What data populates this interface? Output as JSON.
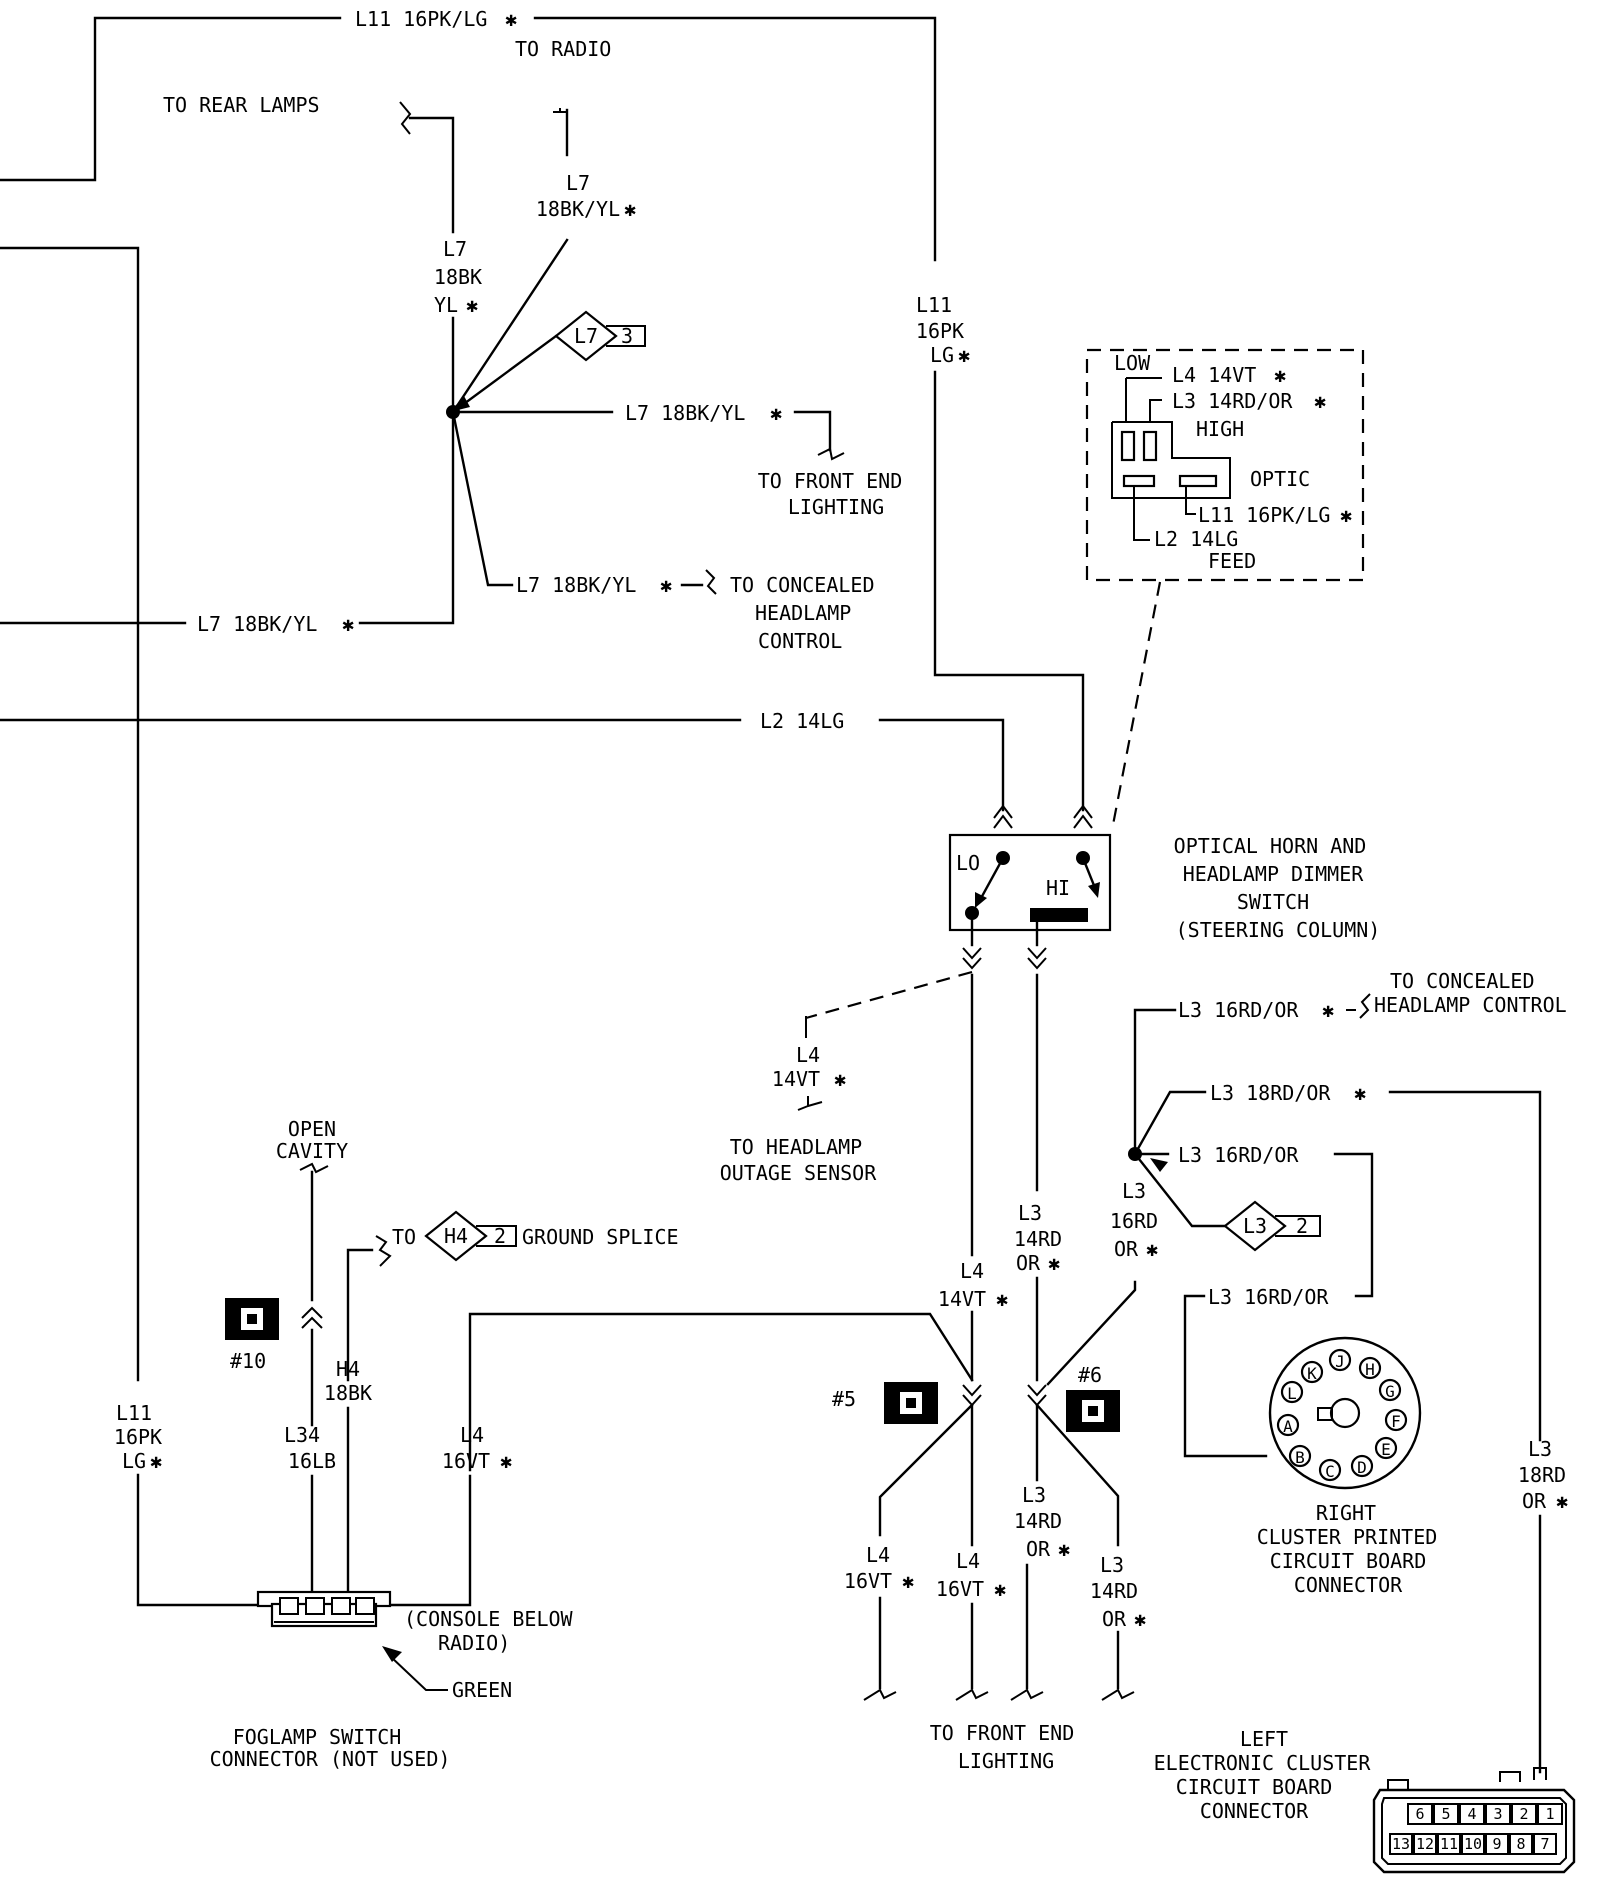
{
  "labels": {
    "l11_top": "L11 16PK/LG",
    "to_radio": "TO RADIO",
    "to_rear_lamps": "TO REAR LAMPS",
    "l7_upper_1": "L7",
    "l7_upper_2": "18BK/YL",
    "l7_left_1": "L7",
    "l7_left_2": "18BK",
    "l7_left_3": "YL",
    "splice_l7": "L7",
    "splice_l7_num": "3",
    "l7_front": "L7 18BK/YL",
    "to_front_end_1": "TO FRONT END",
    "to_front_end_2": "LIGHTING",
    "l7_concealed": "L7 18BK/YL",
    "to_concealed_1": "TO CONCEALED",
    "to_concealed_2": "HEADLAMP",
    "to_concealed_3": "CONTROL",
    "l7_bottom": "L7 18BK/YL",
    "l11_mid_1": "L11",
    "l11_mid_2": "16PK",
    "l11_mid_3": "LG",
    "optic_low": "LOW",
    "optic_l4": "L4 14VT",
    "optic_l3": "L3 14RD/OR",
    "optic_high": "HIGH",
    "optic_optic": "OPTIC",
    "optic_l11": "L11 16PK/LG",
    "optic_l2": "L2 14LG",
    "optic_feed": "FEED",
    "l2_main": "L2 14LG",
    "sw_lo": "LO",
    "sw_hi": "HI",
    "switch_title_1": "OPTICAL HORN AND",
    "switch_title_2": "HEADLAMP DIMMER",
    "switch_title_3": "SWITCH",
    "switch_title_4": "(STEERING COLUMN)",
    "to_conc_ctrl_1": "TO CONCEALED",
    "to_conc_ctrl_2": "HEADLAMP CONTROL",
    "l3_conc": "L3 16RD/OR",
    "l3_18rd": "L3 18RD/OR",
    "l3_16rd": "L3 16RD/OR",
    "l3_16rd_b": "L3 16RD/OR",
    "splice_l3": "L3",
    "splice_l3_num": "2",
    "l3_splice_1": "L3",
    "l3_splice_2": "16RD",
    "l3_splice_3": "OR",
    "l4_dash_1": "L4",
    "l4_dash_2": "14VT",
    "to_headlamp_1": "TO HEADLAMP",
    "to_headlamp_2": "OUTAGE SENSOR",
    "l3_14rd_1": "L3",
    "l3_14rd_2": "14RD",
    "l3_14rd_3": "OR",
    "l4_14vt_1": "L4",
    "l4_14vt_2": "14VT",
    "conn5": "#5",
    "conn6": "#6",
    "l4_16vt_a1": "L4",
    "l4_16vt_a2": "16VT",
    "l4_16vt_b1": "L4",
    "l4_16vt_b2": "16VT",
    "l3_14rd_c1": "L3",
    "l3_14rd_c2": "14RD",
    "l3_14rd_c3": "OR",
    "l3_14rd_d1": "L3",
    "l3_14rd_d2": "14RD",
    "l3_14rd_d3": "OR",
    "to_front_bottom_1": "TO FRONT END",
    "to_front_bottom_2": "LIGHTING",
    "right_conn_1": "RIGHT",
    "right_conn_2": "CLUSTER PRINTED",
    "right_conn_3": "CIRCUIT BOARD",
    "right_conn_4": "CONNECTOR",
    "l3_right_1": "L3",
    "l3_right_2": "18RD",
    "l3_right_3": "OR",
    "left_conn_1": "LEFT",
    "left_conn_2": "ELECTRONIC CLUSTER",
    "left_conn_3": "CIRCUIT BOARD",
    "left_conn_4": "CONNECTOR",
    "open_cavity_1": "OPEN",
    "open_cavity_2": "CAVITY",
    "to_label": "TO",
    "splice_h4": "H4",
    "splice_h4_num": "2",
    "ground_splice": "GROUND SPLICE",
    "conn10": "#10",
    "h4_1": "H4",
    "h4_2": "18BK",
    "l11_left_1": "L11",
    "l11_left_2": "16PK",
    "l11_left_3": "LG",
    "l34_1": "L34",
    "l34_2": "16LB",
    "l4_left_1": "L4",
    "l4_left_2": "16VT",
    "console_1": "(CONSOLE BELOW",
    "console_2": "RADIO)",
    "green": "GREEN",
    "foglamp_1": "FOGLAMP SWITCH",
    "foglamp_2": "CONNECTOR (NOT USED)",
    "pin_k": "K",
    "pin_j": "J",
    "pin_h": "H",
    "pin_l": "L",
    "pin_g": "G",
    "pin_a": "A",
    "pin_f": "F",
    "pin_b": "B",
    "pin_c": "C",
    "pin_d": "D",
    "pin_e": "E",
    "lc_top": [
      "6",
      "5",
      "4",
      "3",
      "2",
      "1"
    ],
    "lc_bottom": [
      "13",
      "12",
      "11",
      "10",
      "9",
      "8",
      "7"
    ]
  },
  "star": "✱"
}
